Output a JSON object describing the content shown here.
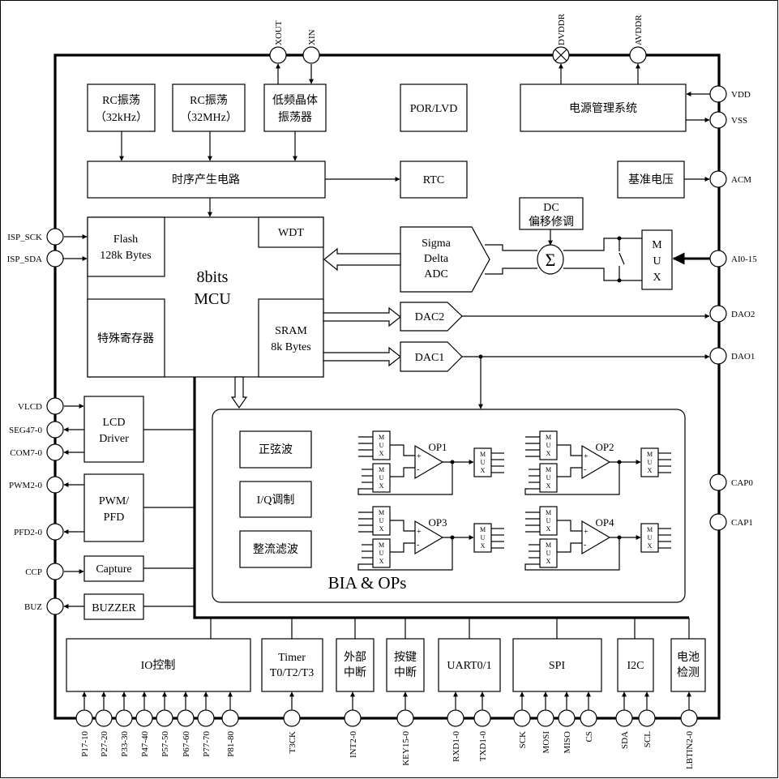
{
  "pins": {
    "top": [
      "XOUT",
      "XIN",
      "DVDDR",
      "AVDDR"
    ],
    "right": [
      "VDD",
      "VSS",
      "ACM",
      "AI0-15",
      "DAO2",
      "DAO1",
      "CAP0",
      "CAP1"
    ],
    "left": [
      "ISP_SCK",
      "ISP_SDA",
      "VLCD",
      "SEG47-0",
      "COM7-0",
      "PWM2-0",
      "PFD2-0",
      "CCP",
      "BUZ"
    ],
    "bottom": [
      "P17-10",
      "P27-20",
      "P33-30",
      "P47-40",
      "P57-50",
      "P67-60",
      "P77-70",
      "P81-80",
      "T3CK",
      "INT2-0",
      "KEY15-0",
      "RXD1-0",
      "TXD1-0",
      "SCK",
      "MOSI",
      "MISO",
      "CS",
      "SDA",
      "SCL",
      "LBTIN2-0"
    ]
  },
  "blocks": {
    "rc32k": [
      "RC振荡",
      "（32kHz）"
    ],
    "rc32m": [
      "RC振荡",
      "（32MHz）"
    ],
    "xtal": [
      "低频晶体",
      "振荡器"
    ],
    "por": "POR/LVD",
    "power": "电源管理系统",
    "timing": "时序产生电路",
    "rtc": "RTC",
    "vref": "基准电压",
    "flash": [
      "Flash",
      "128k Bytes"
    ],
    "wdt": "WDT",
    "mcu": [
      "8bits",
      "MCU"
    ],
    "sfr": "特殊寄存器",
    "sram": [
      "SRAM",
      "8k Bytes"
    ],
    "adc": [
      "Sigma",
      "Delta",
      "ADC"
    ],
    "dc": [
      "DC",
      "偏移修调"
    ],
    "sigma": "Σ",
    "mux": [
      "M",
      "U",
      "X"
    ],
    "dac2": "DAC2",
    "dac1": "DAC1",
    "lcd": [
      "LCD",
      "Driver"
    ],
    "pwm": [
      "PWM/",
      "PFD"
    ],
    "capture": "Capture",
    "buzzer": "BUZZER",
    "sine": "正弦波",
    "iq": "I/Q调制",
    "rect": "整流滤波",
    "bia": "BIA & OPs",
    "ops": [
      "OP1",
      "OP2",
      "OP3",
      "OP4"
    ],
    "io": "IO控制",
    "timer": [
      "Timer",
      "T0/T2/T3"
    ],
    "extint": [
      "外部",
      "中断"
    ],
    "keyint": [
      "按键",
      "中断"
    ],
    "uart": "UART0/1",
    "spi": "SPI",
    "i2c": "I2C",
    "battery": [
      "电池",
      "检测"
    ]
  }
}
